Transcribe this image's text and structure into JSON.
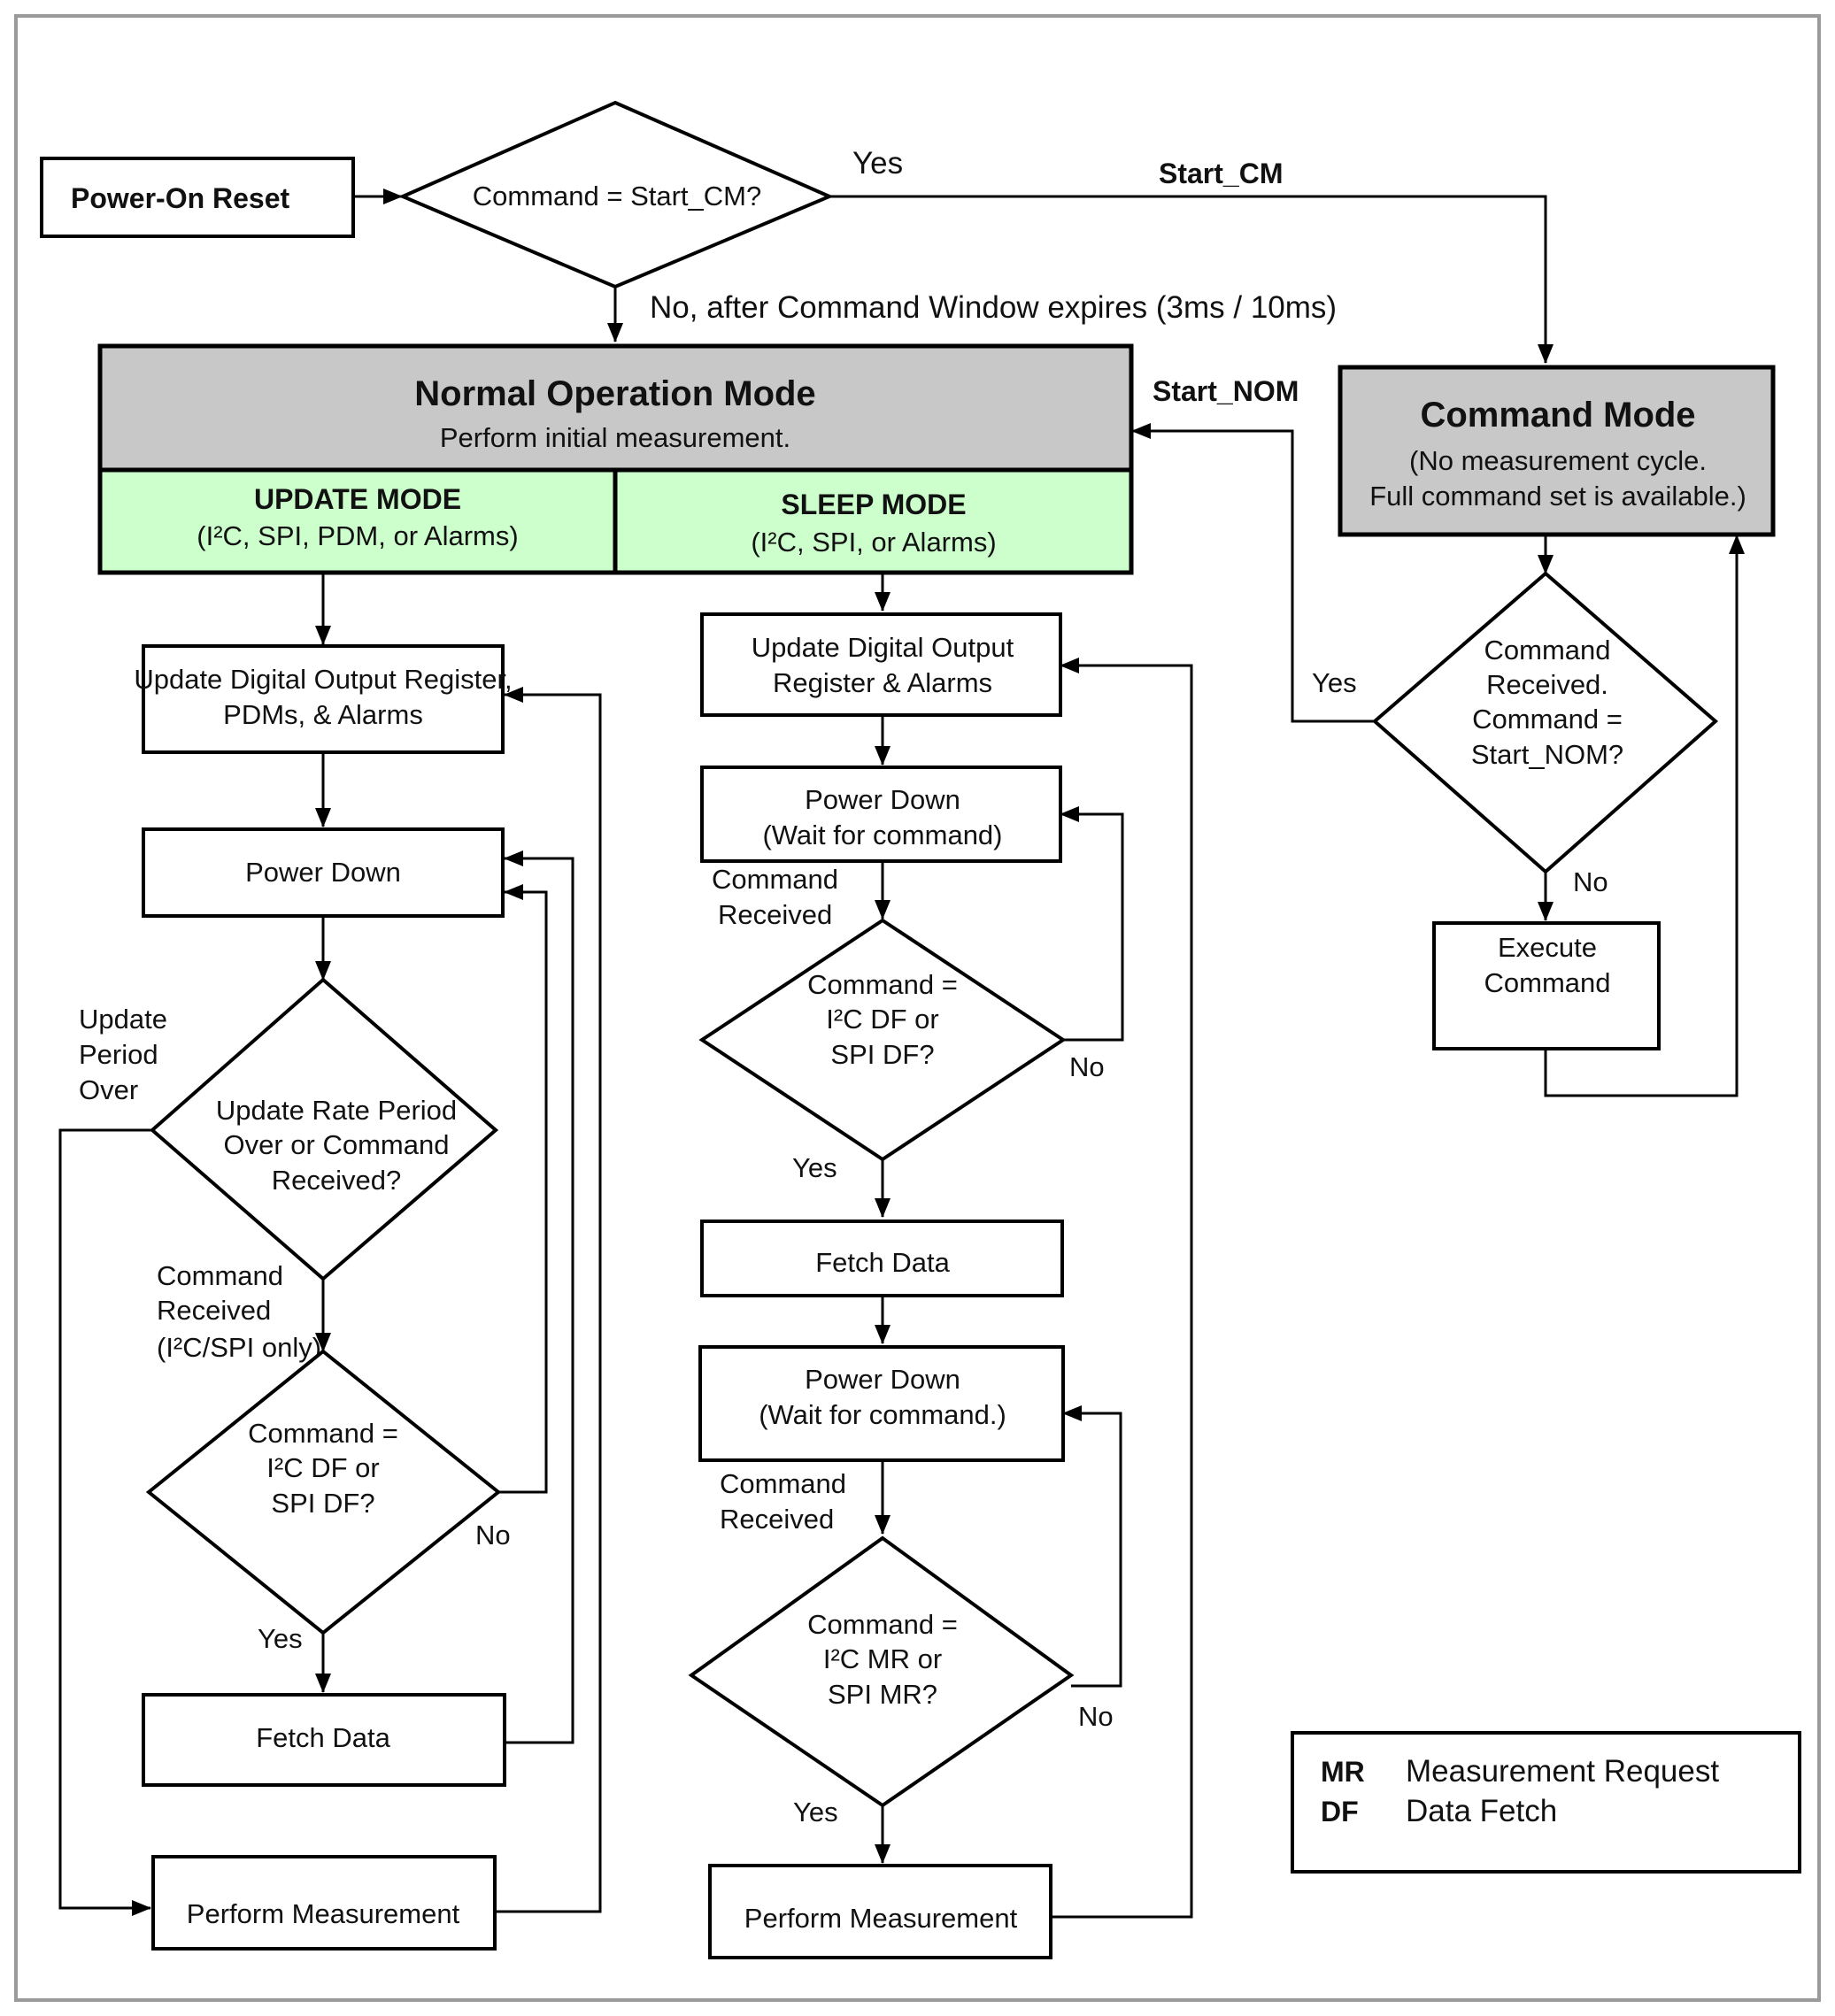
{
  "start": {
    "power_on_reset": "Power-On Reset",
    "decision_start_cm": "Command = Start_CM?"
  },
  "edge_labels": {
    "yes_top": "Yes",
    "start_cm": "Start_CM",
    "no_window": "No, after Command Window expires (3ms / 10ms)",
    "start_nom": "Start_NOM",
    "cmd_yes": "Yes",
    "cmd_no": "No"
  },
  "normal_mode": {
    "title": "Normal Operation Mode",
    "subtitle": "Perform initial measurement.",
    "update_mode": {
      "title": "UPDATE MODE",
      "subtitle": "(I²C, SPI, PDM, or Alarms)"
    },
    "sleep_mode": {
      "title": "SLEEP MODE",
      "subtitle": "(I²C, SPI, or Alarms)"
    }
  },
  "command_mode": {
    "title": "Command Mode",
    "line1": "(No measurement cycle.",
    "line2": "Full command set is available.)",
    "decision": [
      "Command",
      "Received.",
      "Command =",
      "Start_NOM?"
    ],
    "execute": [
      "Execute",
      "Command"
    ]
  },
  "update_flow": {
    "update_output": [
      "Update Digital Output Register,",
      "PDMs, & Alarms"
    ],
    "power_down": "Power Down",
    "update_period_over": [
      "Update",
      "Period",
      "Over"
    ],
    "decision_rate": [
      "Update Rate Period",
      "Over or Command",
      "Received?"
    ],
    "command_received": [
      "Command",
      "Received",
      "(I²C/SPI only)"
    ],
    "decision_df": [
      "Command =",
      "I²C DF or",
      "SPI DF?"
    ],
    "no": "No",
    "yes": "Yes",
    "fetch_data": "Fetch Data",
    "perform_measurement": "Perform Measurement"
  },
  "sleep_flow": {
    "update_output": [
      "Update Digital Output",
      "Register & Alarms"
    ],
    "power_down_1": [
      "Power Down",
      "(Wait for command)"
    ],
    "command_received_1": [
      "Command",
      "Received"
    ],
    "decision_df": [
      "Command =",
      "I²C DF or",
      "SPI DF?"
    ],
    "no_1": "No",
    "yes_1": "Yes",
    "fetch_data": "Fetch Data",
    "power_down_2": [
      "Power Down",
      "(Wait for command.)"
    ],
    "command_received_2": [
      "Command",
      "Received"
    ],
    "decision_mr": [
      "Command =",
      "I²C MR or",
      "SPI MR?"
    ],
    "no_2": "No",
    "yes_2": "Yes",
    "perform_measurement": "Perform Measurement"
  },
  "legend": [
    {
      "abbr": "MR",
      "meaning": "Measurement Request"
    },
    {
      "abbr": "DF",
      "meaning": "Data Fetch"
    }
  ],
  "colors": {
    "header_gray": "#c8c8c8",
    "mode_green": "#ccffcc",
    "frame": "#9a9a9a"
  }
}
